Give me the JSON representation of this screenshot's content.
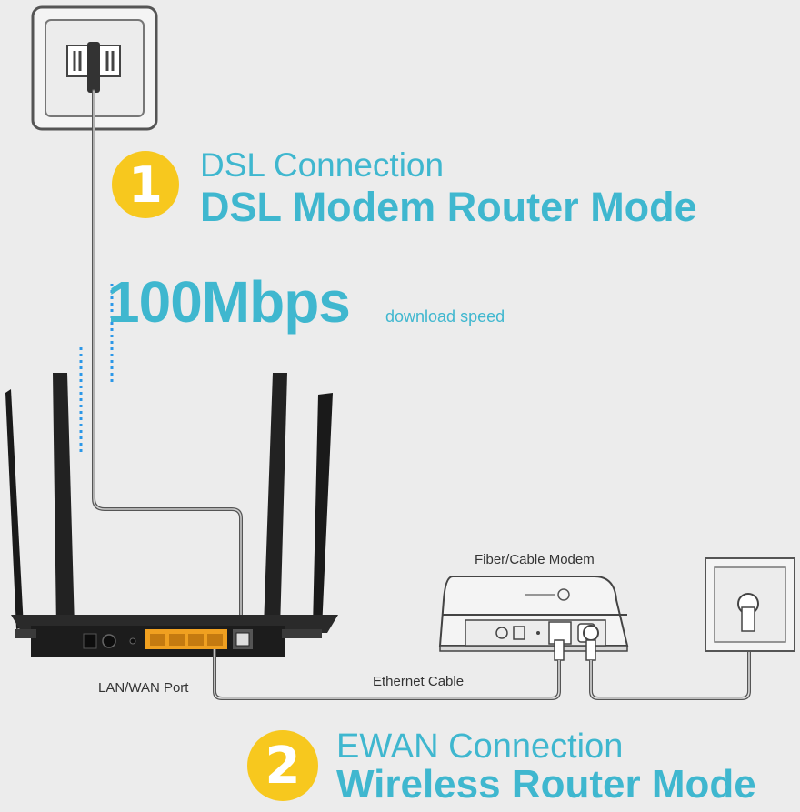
{
  "dsl": {
    "number": "1",
    "connection": "DSL Connection",
    "mode": "DSL Modem Router Mode",
    "speed_value": "100Mbps",
    "speed_label": "download speed"
  },
  "ewan": {
    "number": "2",
    "connection": "EWAN Connection",
    "mode": "Wireless Router Mode"
  },
  "labels": {
    "modem": "Fiber/Cable Modem",
    "lan_wan_port": "LAN/WAN Port",
    "ethernet_cable": "Ethernet Cable"
  },
  "colors": {
    "accent_text": "#3fb7cf",
    "badge": "#f7c81e",
    "lan_ports": "#f0a020",
    "background": "#ececec"
  }
}
